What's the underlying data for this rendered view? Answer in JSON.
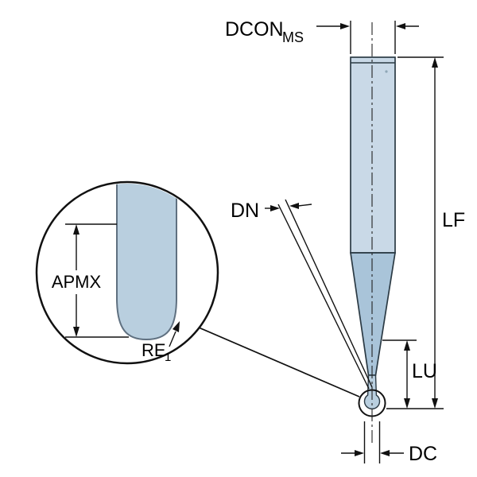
{
  "diagram": {
    "labels": {
      "dcon": "DCON",
      "dcon_sub": "MS",
      "dn": "DN",
      "lf": "LF",
      "lu": "LU",
      "dc": "DC",
      "apmx": "APMX",
      "re": "RE",
      "re_sub": "1"
    },
    "colors": {
      "background": "#ffffff",
      "shank_fill": "#c9d9e7",
      "cone_fill": "#a9c4d9",
      "tip_fill": "#b9cfdf",
      "detail_fill": "#b9cfdf",
      "line": "#111111",
      "tool_outline": "#2b3a44"
    }
  }
}
